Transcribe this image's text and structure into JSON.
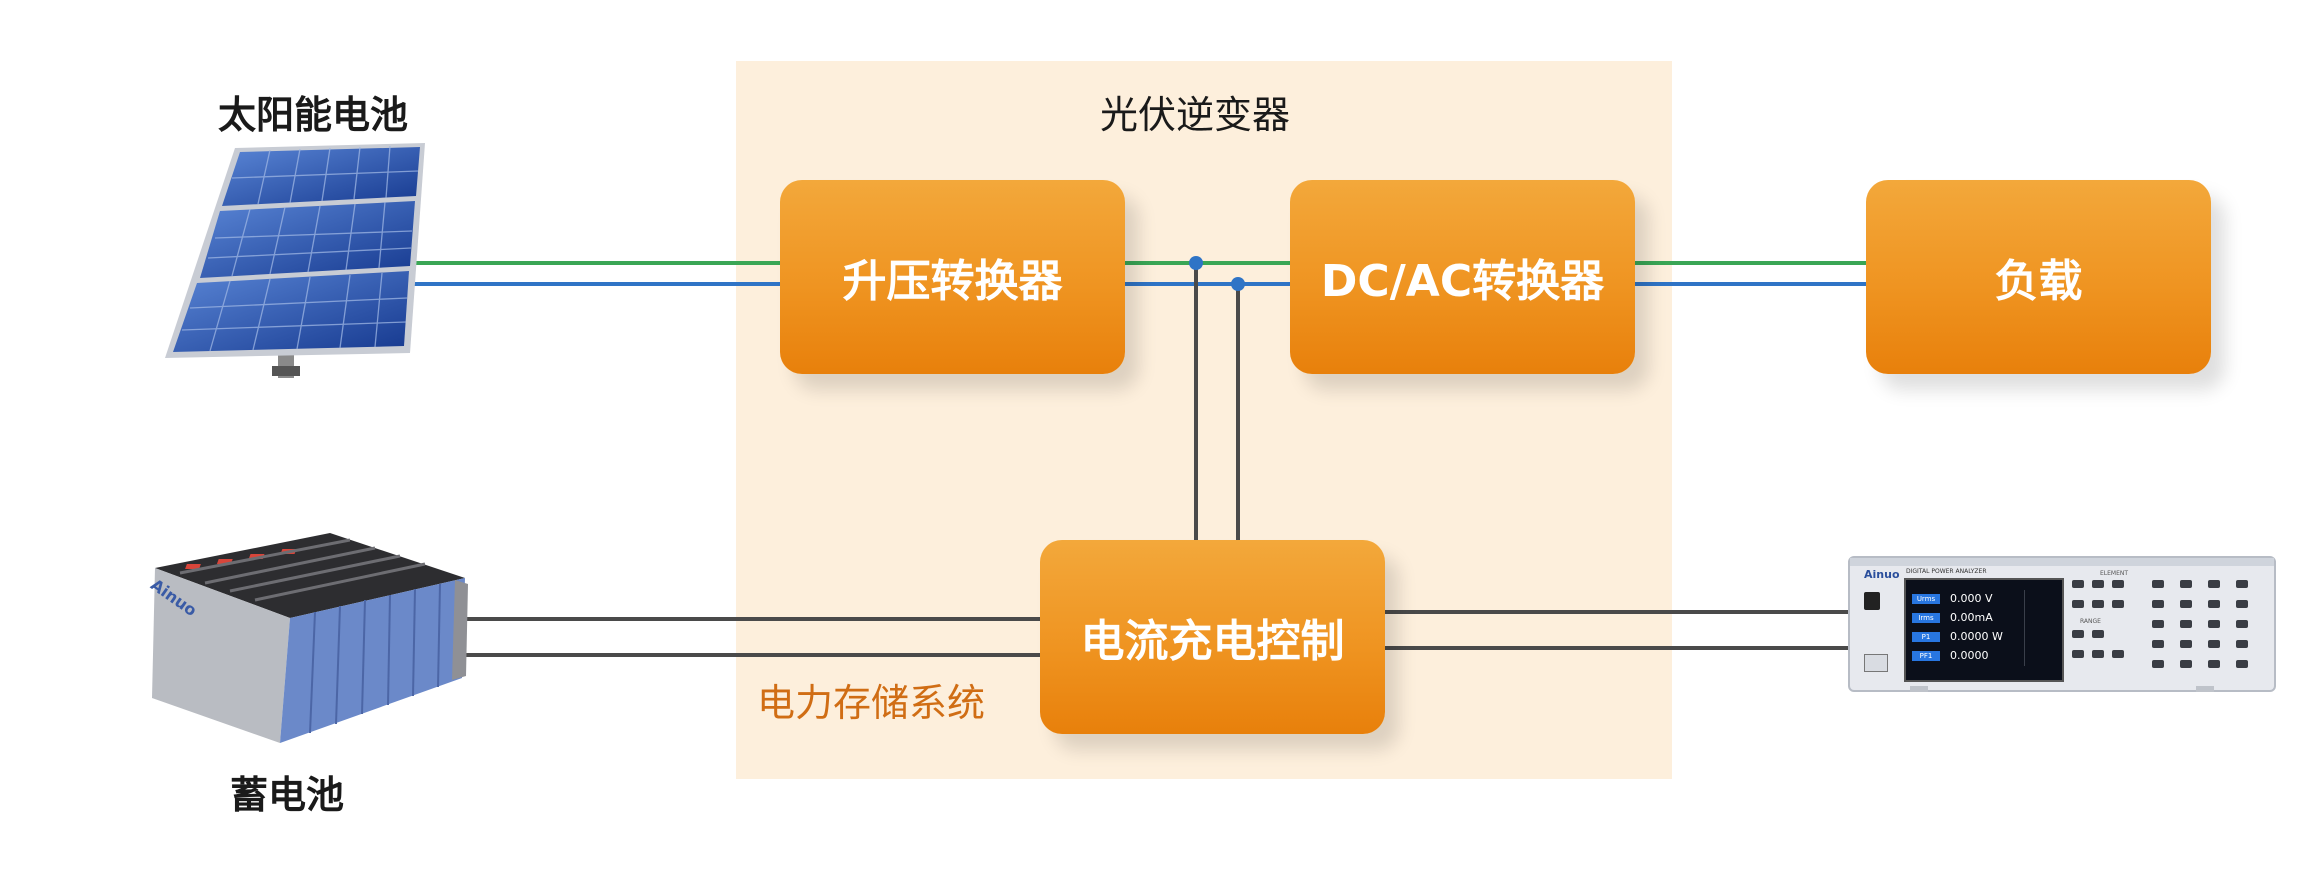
{
  "inverter": {
    "title": "光伏逆变器"
  },
  "storage_system": {
    "label": "电力存储系统"
  },
  "solar": {
    "label": "太阳能电池"
  },
  "battery": {
    "label": "蓄电池",
    "brand": "Ainuo"
  },
  "boxes": {
    "boost": "升压转换器",
    "dcac": "DC/AC转换器",
    "load": "负载",
    "charge": "电流充电控制"
  },
  "analyzer": {
    "brand": "Ainuo",
    "model_title": "DIGITAL POWER ANALYZER",
    "rows": [
      {
        "tag": "Urms",
        "value": "0.000 V"
      },
      {
        "tag": "Irms",
        "value": "0.00mA"
      },
      {
        "tag": "P1",
        "value": "0.0000 W"
      },
      {
        "tag": "PF1",
        "value": "0.0000"
      }
    ],
    "group_labels": [
      "ELEMENT",
      "RANGE"
    ]
  },
  "colors": {
    "green_wire": "#3aa655",
    "blue_wire": "#2f74c6",
    "gray_wire": "#4a4a4a",
    "box_orange": "#ef9421",
    "inverter_bg": "#fdefdc"
  }
}
